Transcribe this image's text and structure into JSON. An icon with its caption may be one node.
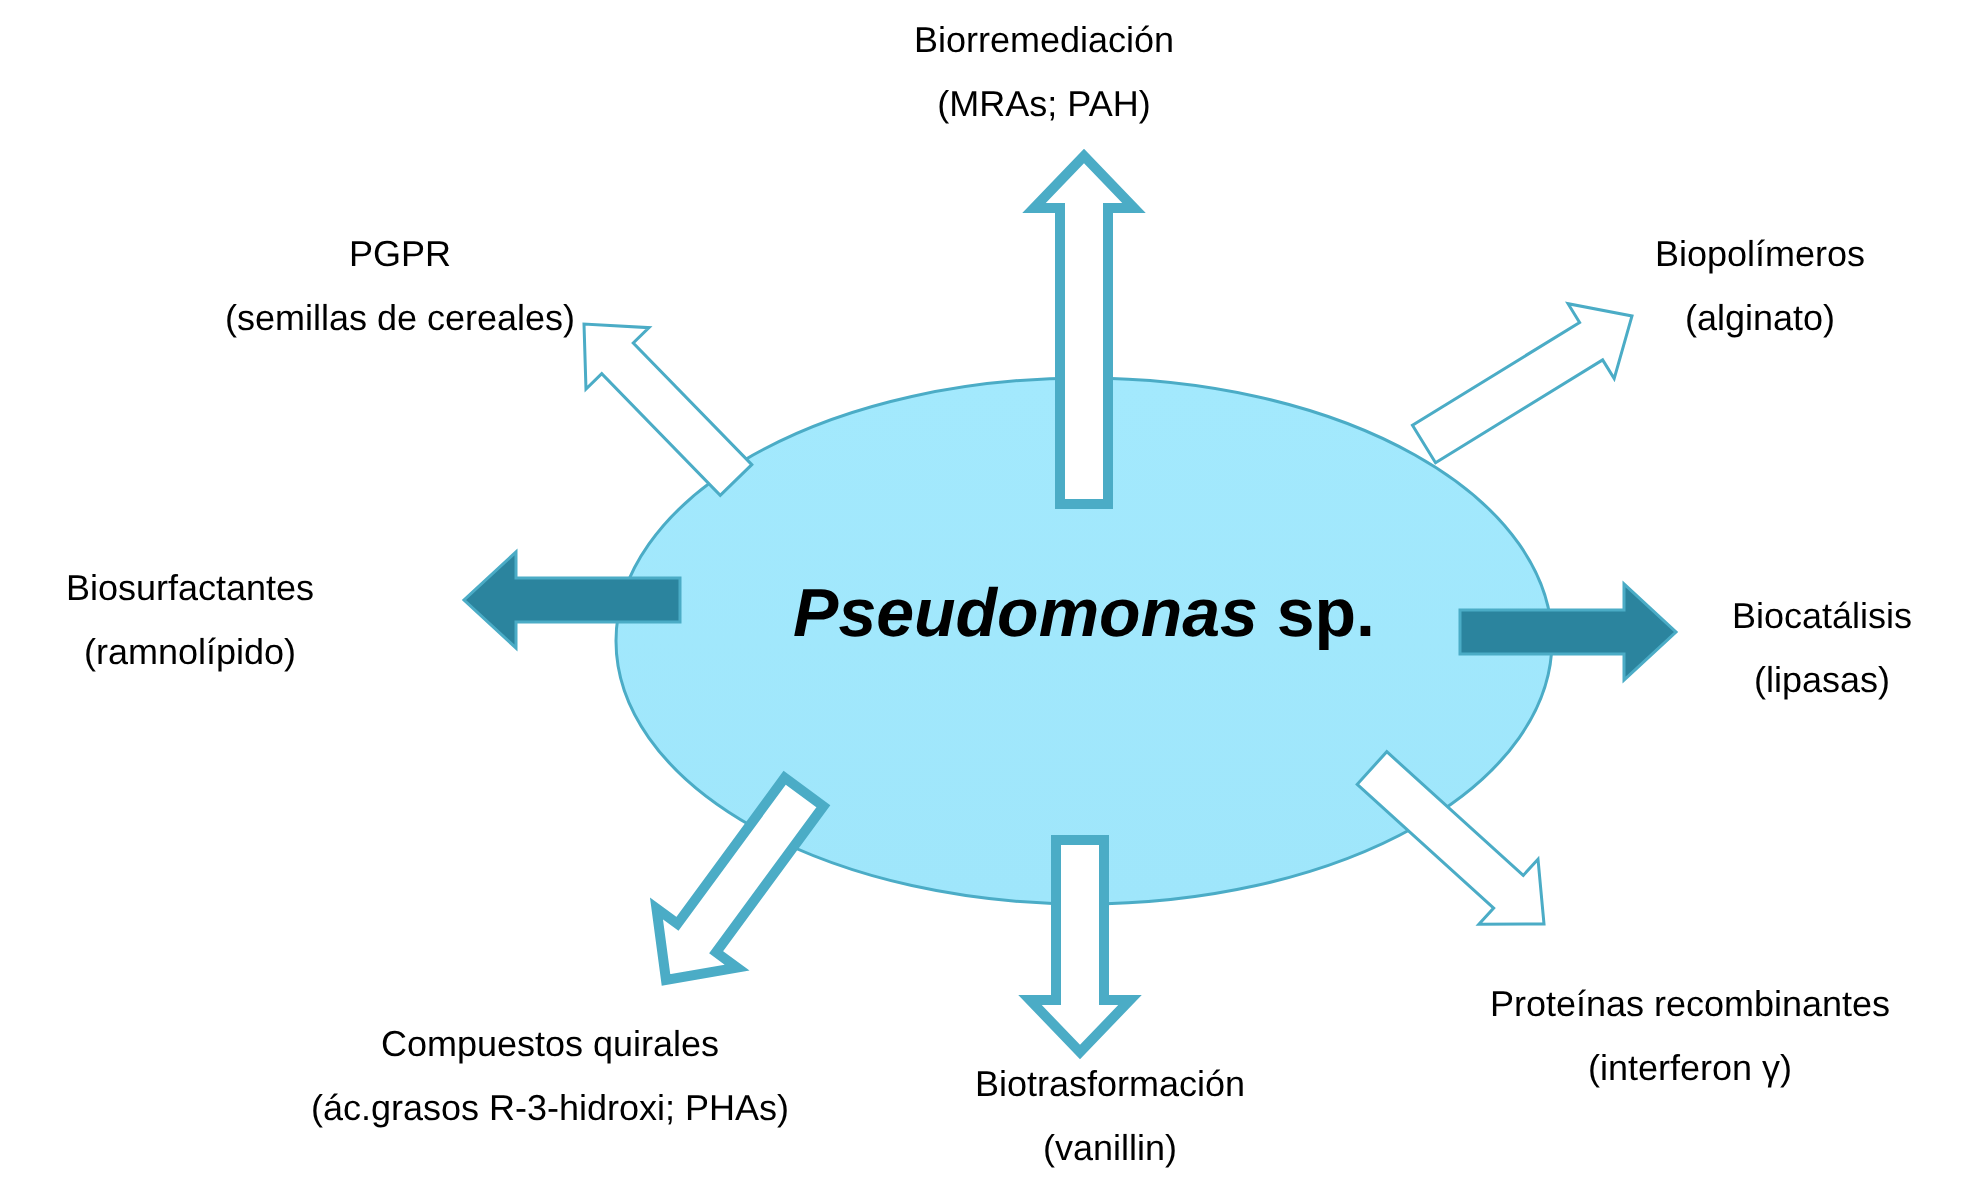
{
  "diagram": {
    "nodes": [
      {
        "text": [
          "*Pseudomonas* sp."
        ]
      },
      {
        "text": [
          "Biorremediación",
          "(MRAs; PAH)"
        ]
      },
      {
        "text": [
          "PGPR",
          "(semillas de cereales)"
        ]
      },
      {
        "text": [
          "Biopolímeros",
          "(alginato)"
        ]
      },
      {
        "text": [
          "Biosurfactantes",
          "(ramnolípido)"
        ]
      },
      {
        "text": [
          "Biocatálisis",
          "(lipasas)"
        ]
      },
      {
        "text": [
          "Compuestos quirales",
          "(ác.grasos R-3-hidroxi; PHAs)"
        ]
      },
      {
        "text": [
          "Biotrasformación",
          "(vanillin)"
        ]
      },
      {
        "text": [
          "Proteínas recombinantes",
          "(interferon γ)"
        ]
      }
    ],
    "edges": [
      {
        "from": 0,
        "to": 1,
        "arrow": "to",
        "style": "thick"
      },
      {
        "from": 0,
        "to": 2,
        "arrow": "to"
      },
      {
        "from": 0,
        "to": 3,
        "arrow": "to"
      },
      {
        "from": 0,
        "to": 4,
        "arrow": "to",
        "color": "#2b849e"
      },
      {
        "from": 0,
        "to": 5,
        "arrow": "to",
        "color": "#2b849e"
      },
      {
        "from": 0,
        "to": 6,
        "arrow": "to",
        "style": "thick"
      },
      {
        "from": 0,
        "to": 7,
        "arrow": "to",
        "style": "thick"
      },
      {
        "from": 0,
        "to": 8,
        "arrow": "to"
      }
    ]
  }
}
